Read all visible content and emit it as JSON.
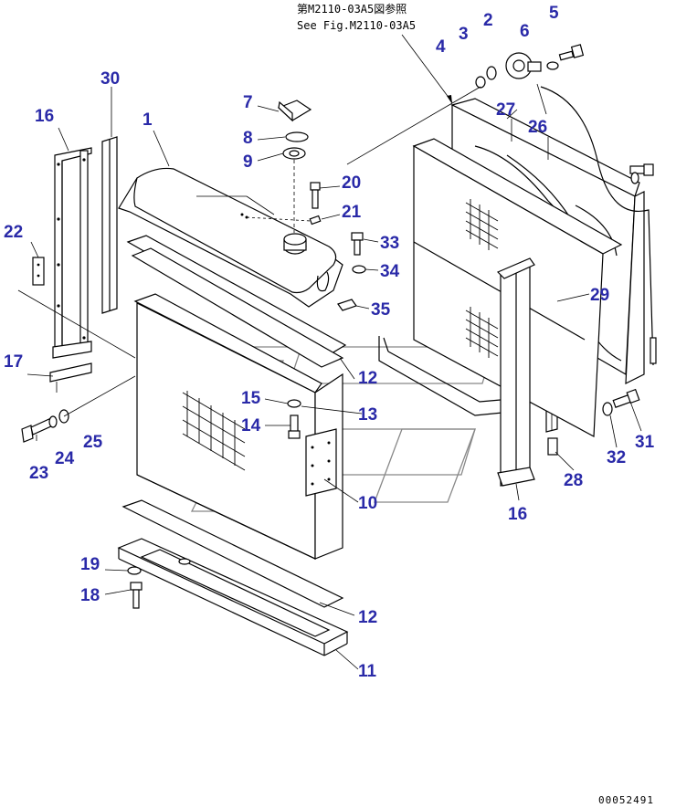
{
  "reference": {
    "line_jp": "第M2110-03A5図参照",
    "line_en": "See Fig.M2110-03A5"
  },
  "drawing_code": "00052491",
  "callouts": [
    {
      "id": "c1",
      "label": "1"
    },
    {
      "id": "c2",
      "label": "2"
    },
    {
      "id": "c3",
      "label": "3"
    },
    {
      "id": "c4",
      "label": "4"
    },
    {
      "id": "c5",
      "label": "5"
    },
    {
      "id": "c6",
      "label": "6"
    },
    {
      "id": "c7",
      "label": "7"
    },
    {
      "id": "c8",
      "label": "8"
    },
    {
      "id": "c9",
      "label": "9"
    },
    {
      "id": "c10",
      "label": "10"
    },
    {
      "id": "c11",
      "label": "11"
    },
    {
      "id": "c12a",
      "label": "12"
    },
    {
      "id": "c12b",
      "label": "12"
    },
    {
      "id": "c13",
      "label": "13"
    },
    {
      "id": "c14",
      "label": "14"
    },
    {
      "id": "c15",
      "label": "15"
    },
    {
      "id": "c16a",
      "label": "16"
    },
    {
      "id": "c16b",
      "label": "16"
    },
    {
      "id": "c17",
      "label": "17"
    },
    {
      "id": "c18",
      "label": "18"
    },
    {
      "id": "c19",
      "label": "19"
    },
    {
      "id": "c20",
      "label": "20"
    },
    {
      "id": "c21",
      "label": "21"
    },
    {
      "id": "c22",
      "label": "22"
    },
    {
      "id": "c23",
      "label": "23"
    },
    {
      "id": "c24",
      "label": "24"
    },
    {
      "id": "c25",
      "label": "25"
    },
    {
      "id": "c26",
      "label": "26"
    },
    {
      "id": "c27",
      "label": "27"
    },
    {
      "id": "c28",
      "label": "28"
    },
    {
      "id": "c29",
      "label": "29"
    },
    {
      "id": "c30",
      "label": "30"
    },
    {
      "id": "c31",
      "label": "31"
    },
    {
      "id": "c32",
      "label": "32"
    },
    {
      "id": "c33",
      "label": "33"
    },
    {
      "id": "c34",
      "label": "34"
    },
    {
      "id": "c35",
      "label": "35"
    }
  ]
}
